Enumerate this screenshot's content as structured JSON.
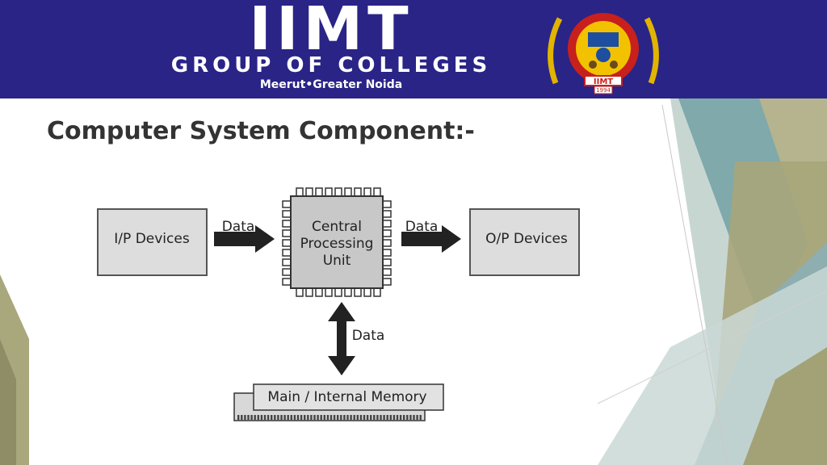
{
  "header": {
    "logo_main": "IIMT",
    "logo_sub": "GROUP OF COLLEGES",
    "logo_location": "Meerut•Greater Noida",
    "emblem_banner": "IIMT",
    "emblem_year": "1994"
  },
  "slide": {
    "title": "Computer System Component:-"
  },
  "diagram": {
    "input_box": "I/P Devices",
    "output_box": "O/P Devices",
    "cpu_line1": "Central",
    "cpu_line2": "Processing",
    "cpu_line3": "Unit",
    "arrow_label_left": "Data",
    "arrow_label_right": "Data",
    "arrow_label_vertical": "Data",
    "memory_box": "Main / Internal Memory"
  },
  "colors": {
    "banner": "#2a2487",
    "teal": "#7aa8aa",
    "olive": "#a9a77c",
    "box_fill": "#dddddd"
  }
}
